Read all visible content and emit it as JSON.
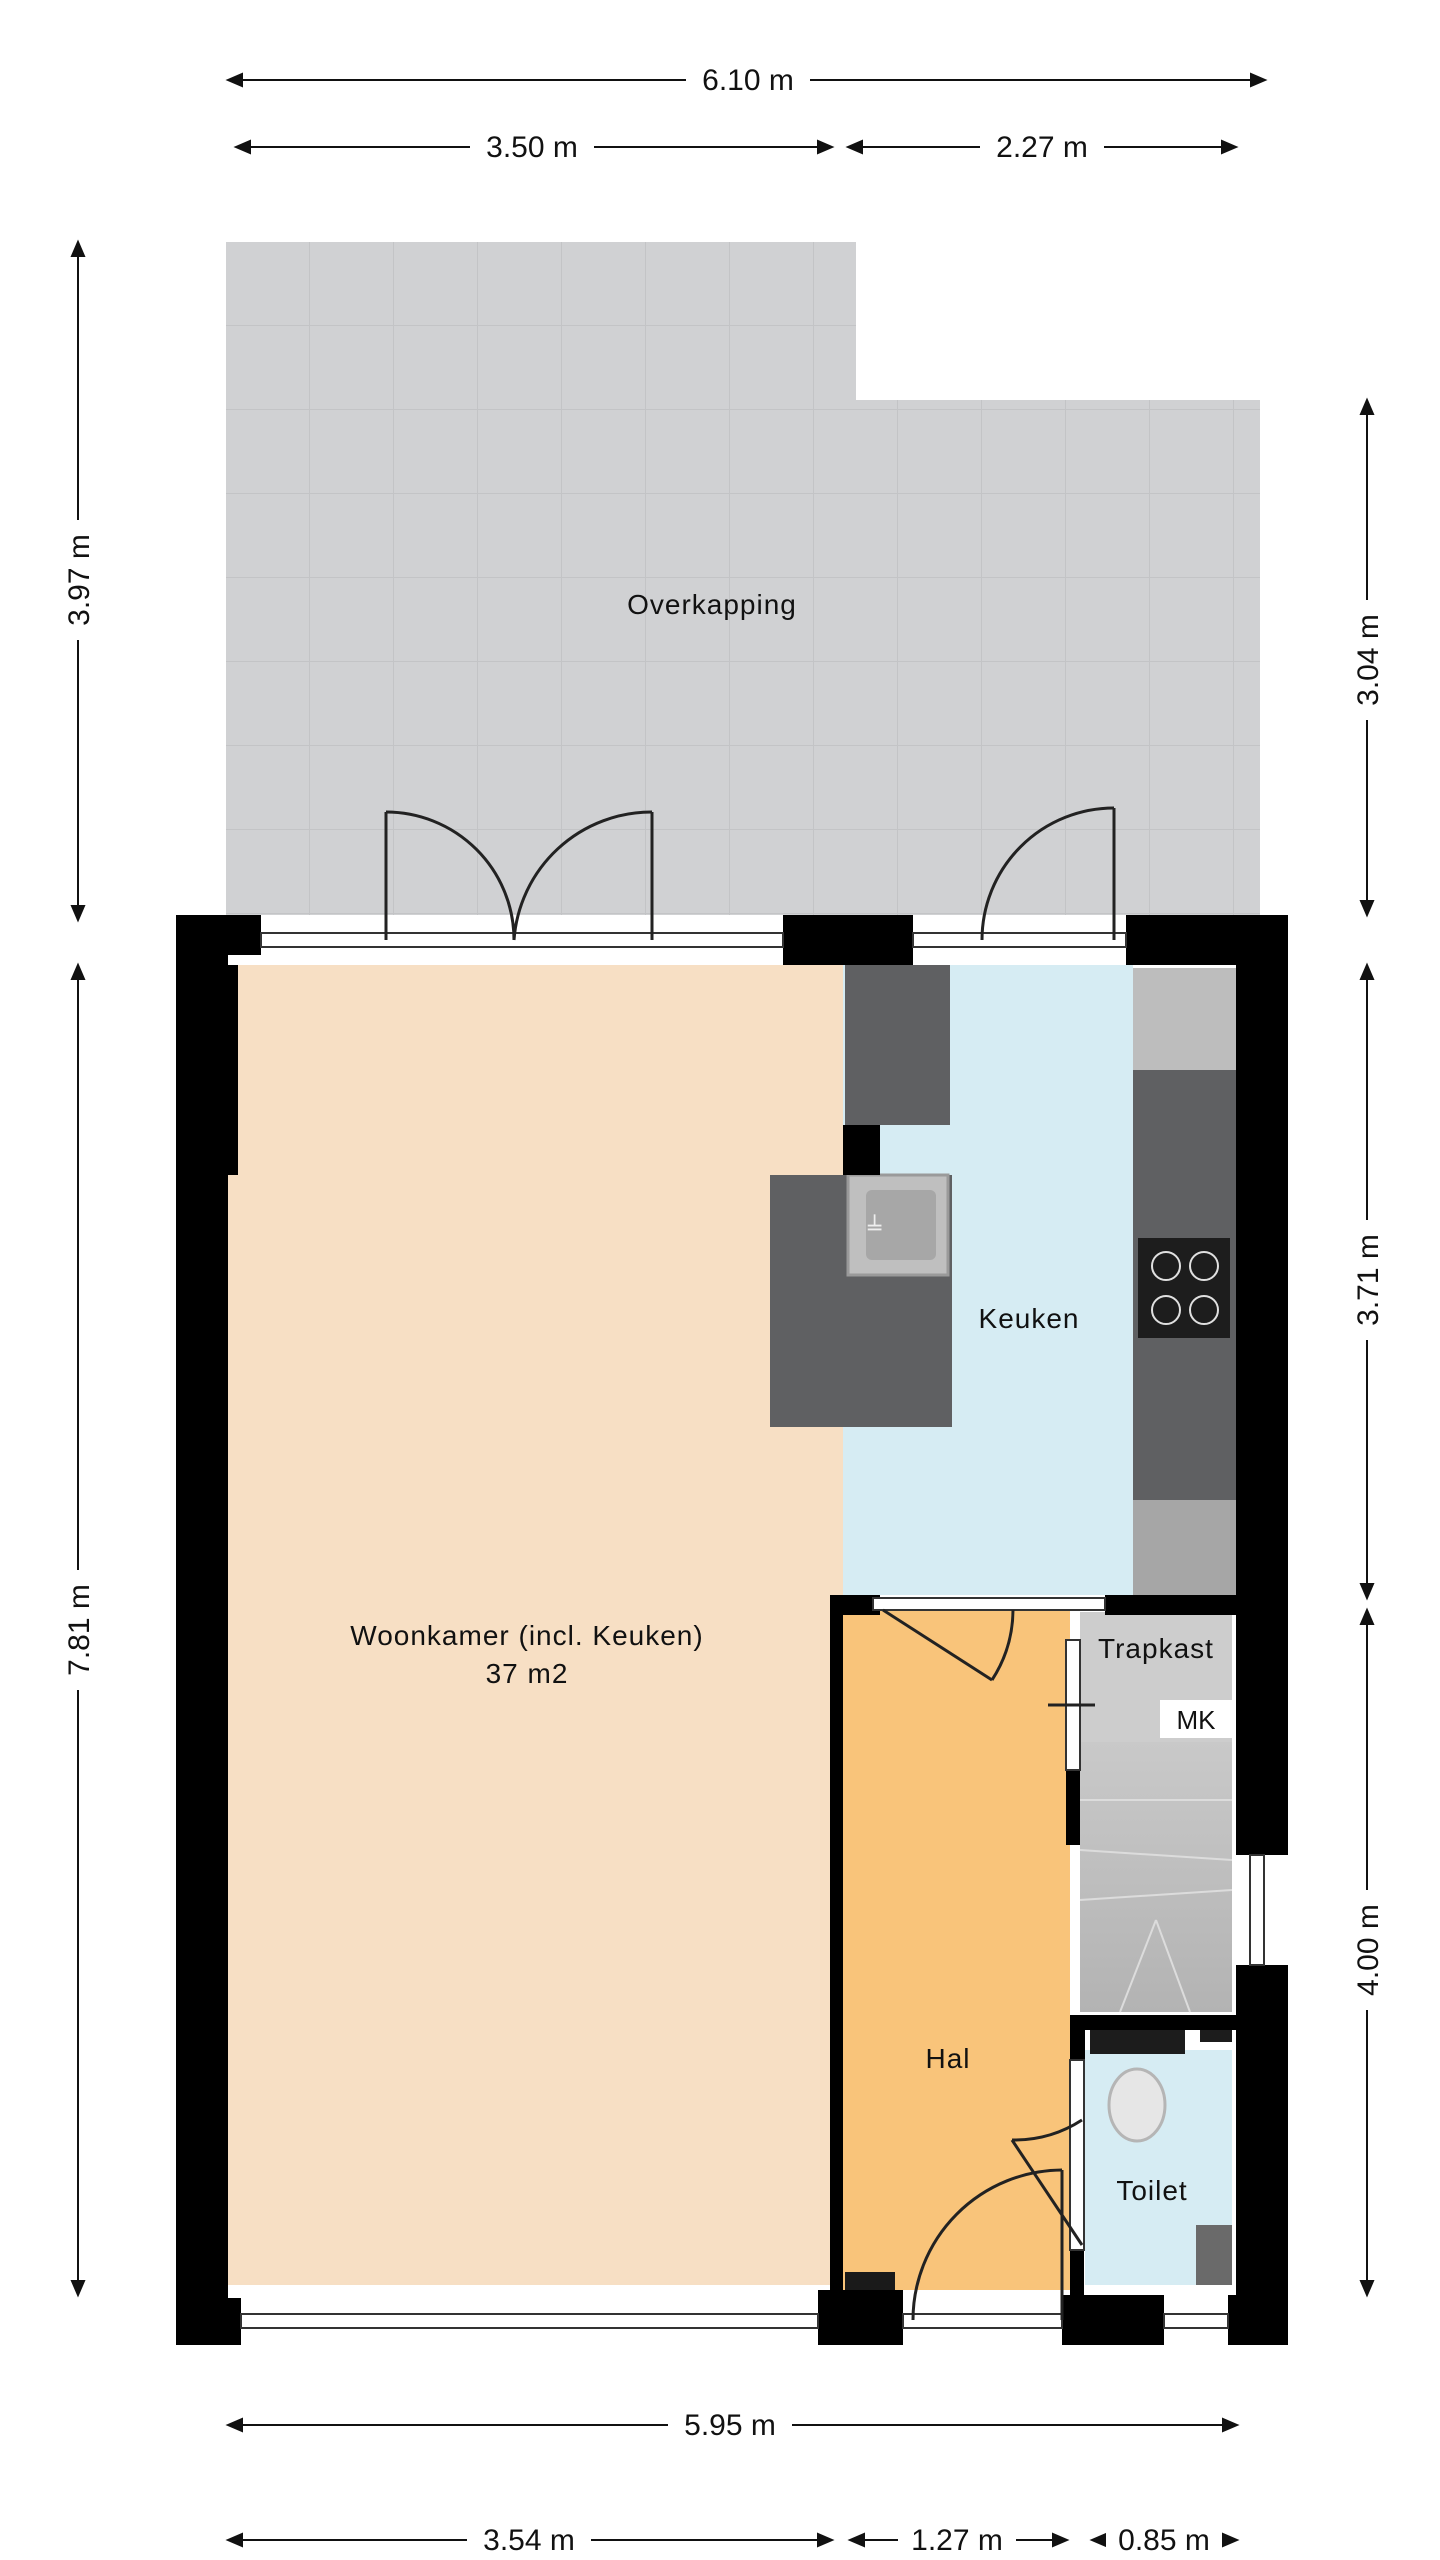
{
  "dimensions": {
    "top_total": "6.10 m",
    "top_left": "3.50 m",
    "top_right": "2.27 m",
    "left_upper": "3.97 m",
    "left_lower": "7.81 m",
    "right_upper": "3.04 m",
    "right_mid": "3.71 m",
    "right_lower": "4.00 m",
    "bottom_total": "5.95 m",
    "bottom_left": "3.54 m",
    "bottom_mid": "1.27 m",
    "bottom_right": "0.85 m"
  },
  "rooms": {
    "overkapping": "Overkapping",
    "woonkamer": "Woonkamer (incl. Keuken)",
    "woonkamer_area": "37 m2",
    "keuken": "Keuken",
    "trapkast": "Trapkast",
    "mk": "MK",
    "hal": "Hal",
    "toilet": "Toilet"
  },
  "colors": {
    "woonkamer": "#f7dfc4",
    "keuken": "#d6ecf3",
    "hal": "#f9c47a",
    "toilet": "#d6ecf3",
    "overkapping": "#cfd0d2",
    "wall": "#000000",
    "counter": "#5f6062"
  }
}
